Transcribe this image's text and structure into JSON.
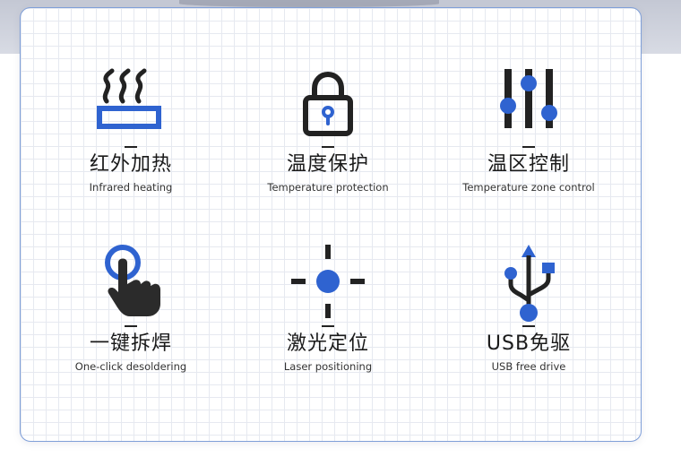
{
  "accent_color": "#2f63d0",
  "features": [
    {
      "icon": "heat-waves-icon",
      "title": "红外加热",
      "subtitle": "Infrared heating"
    },
    {
      "icon": "lock-icon",
      "title": "温度保护",
      "subtitle": "Temperature protection"
    },
    {
      "icon": "sliders-icon",
      "title": "温区控制",
      "subtitle": "Temperature zone control"
    },
    {
      "icon": "touch-hand-icon",
      "title": "一键拆焊",
      "subtitle": "One-click desoldering"
    },
    {
      "icon": "crosshair-icon",
      "title": "激光定位",
      "subtitle": "Laser positioning"
    },
    {
      "icon": "usb-icon",
      "title": "USB免驱",
      "subtitle": "USB free drive"
    }
  ]
}
